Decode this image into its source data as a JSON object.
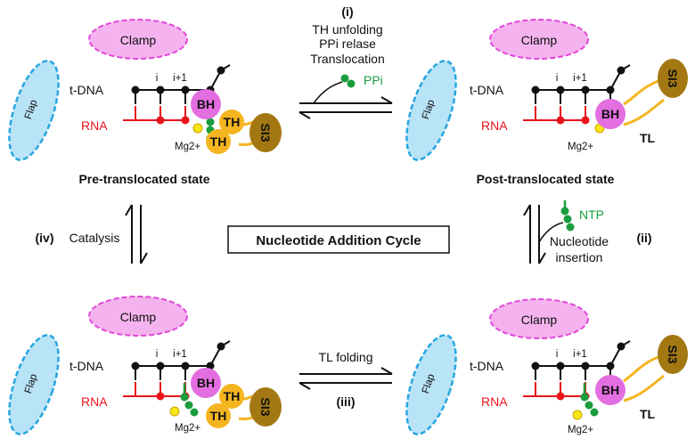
{
  "labels": {
    "clamp": "Clamp",
    "flap": "Flap",
    "tdna": "t-DNA",
    "rna": "RNA",
    "i": "i",
    "i1": "i+1",
    "bh": "BH",
    "th": "TH",
    "si3": "SI3",
    "mg": "Mg2+",
    "tl": "TL",
    "ppi": "PPi",
    "ntp": "NTP"
  },
  "states": {
    "pre": "Pre-translocated state",
    "post": "Post-translocated state"
  },
  "center_title": "Nucleotide Addition Cycle",
  "steps": {
    "i": {
      "num": "(i)",
      "line1": "TH unfolding",
      "line2": "PPi relase",
      "line3": "Translocation"
    },
    "ii": {
      "num": "(ii)",
      "line1": "Nucleotide",
      "line2": "insertion"
    },
    "iii": {
      "num": "(iii)",
      "text": "TL folding"
    },
    "iv": {
      "num": "(iv)",
      "text": "Catalysis"
    }
  },
  "colors": {
    "clamp_fill": "#f4b3ee",
    "clamp_stroke": "#e246d9",
    "flap_fill": "#b9e3f7",
    "flap_stroke": "#26a6e0",
    "bh": "#e36ee0",
    "th": "#f4b520",
    "si3": "#a37812",
    "mg": "#f7e516",
    "rna": "#e8141b",
    "nucleotide": "#1a9d3e"
  }
}
